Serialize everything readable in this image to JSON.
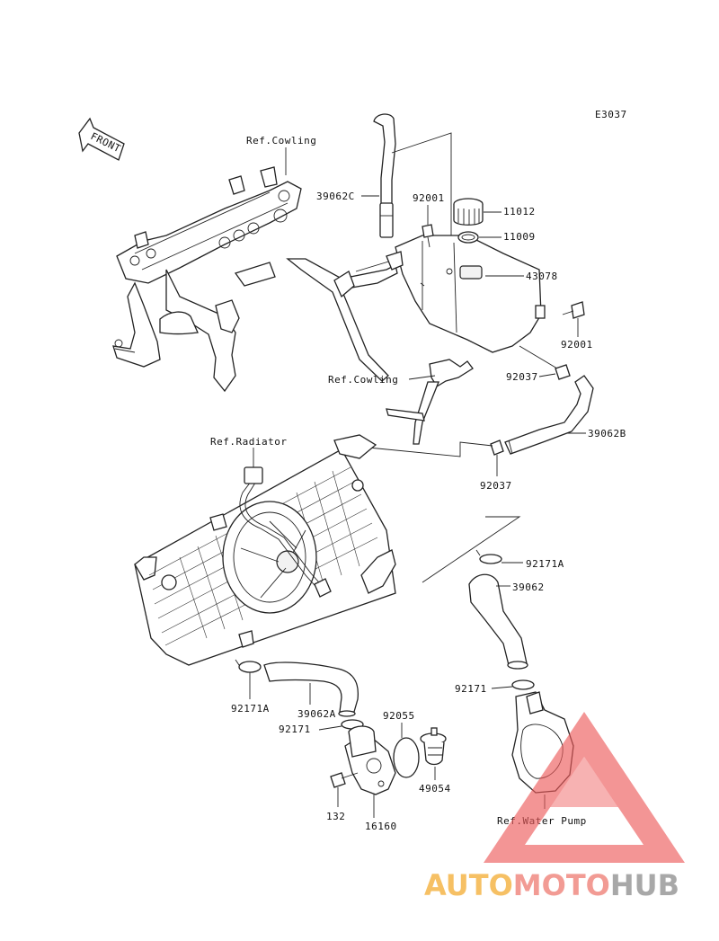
{
  "diagram_code": "E3037",
  "front_label": "FRONT",
  "refs": {
    "cowling_top": "Ref.Cowling",
    "cowling_mid": "Ref.Cowling",
    "radiator": "Ref.Radiator",
    "water_pump": "Ref.Water Pump"
  },
  "parts": {
    "p39062C": "39062C",
    "p92001_top": "92001",
    "p11012": "11012",
    "p11009": "11009",
    "p43078": "43078",
    "p92001_right": "92001",
    "p92037_top": "92037",
    "p39062B": "39062B",
    "p92037_bottom": "92037",
    "p92171A_right": "92171A",
    "p39062": "39062",
    "p92171_right": "92171",
    "p92171A_left": "92171A",
    "p39062A": "39062A",
    "p92055": "92055",
    "p92171_left": "92171",
    "p49054": "49054",
    "p132": "132",
    "p16160": "16160"
  },
  "watermark": {
    "part1": "AUTO",
    "part2": "MOTO",
    "part3": "HUB",
    "color1": "#f5b64a",
    "color2": "#f08a82",
    "color3": "#9a9a9a",
    "triangle_color": "#ec5a5a"
  }
}
